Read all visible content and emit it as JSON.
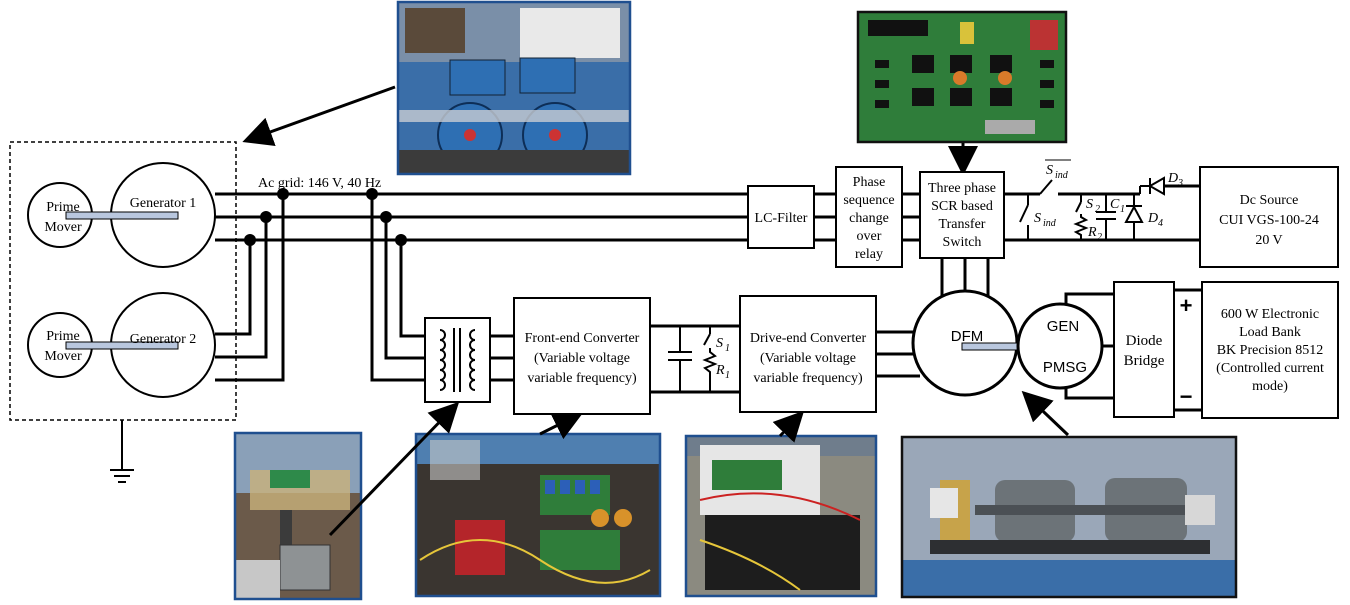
{
  "grid": {
    "label": "Ac grid: 146 V, 40 Hz"
  },
  "generators": {
    "prime_mover_1": [
      "Prime",
      "Mover"
    ],
    "generator_1": "Generator 1",
    "prime_mover_2": [
      "Prime",
      "Mover"
    ],
    "generator_2": "Generator 2"
  },
  "blocks": {
    "lc_filter": "LC-Filter",
    "phase_relay": [
      "Phase",
      "sequence",
      "change",
      "over",
      "relay"
    ],
    "transfer_switch": [
      "Three phase",
      "SCR based",
      "Transfer",
      "Switch"
    ],
    "dc_source": [
      "Dc Source",
      "CUI VGS-100-24",
      "20 V"
    ],
    "front_end": [
      "Front-end Converter",
      "(Variable voltage",
      "variable frequency)"
    ],
    "drive_end": [
      "Drive-end Converter",
      "(Variable voltage",
      "variable frequency)"
    ],
    "dfm": "DFM",
    "gen_top": "GEN",
    "gen_bottom": "PMSG",
    "diode_bridge": [
      "Diode",
      "Bridge"
    ],
    "load_bank": [
      "600 W Electronic",
      "Load Bank",
      "BK Precision 8512",
      "(Controlled current",
      "mode)"
    ]
  },
  "components": {
    "s_ind_bar": "S",
    "s_ind_bar_sub": "ind",
    "s_ind": "S",
    "s_ind_sub": "ind",
    "s2": "S",
    "s2_sub": "2",
    "r2": "R",
    "r2_sub": "2",
    "c1": "C",
    "c1_sub": "1",
    "d3": "D",
    "d3_sub": "3",
    "d4": "D",
    "d4_sub": "4",
    "s1": "S",
    "s1_sub": "1",
    "r1": "R",
    "r1_sub": "1",
    "plus": "+",
    "minus": "−"
  },
  "photos": {
    "machine_set": "photo-motor-generator-set",
    "scr_board": "photo-scr-pcb",
    "transformer": "photo-transformer",
    "front_end_hw": "photo-front-end-converter",
    "drive_end_hw": "photo-drive-end-converter",
    "dfm_pmsg": "photo-dfm-pmsg-machines"
  },
  "colors": {
    "photo_border": "#1f4f8f",
    "machine_blue": "#2e6fb3",
    "pcb_green": "#2f7d3a",
    "hw_dark": "#2b2b2b",
    "motor_gray": "#6c7378"
  }
}
